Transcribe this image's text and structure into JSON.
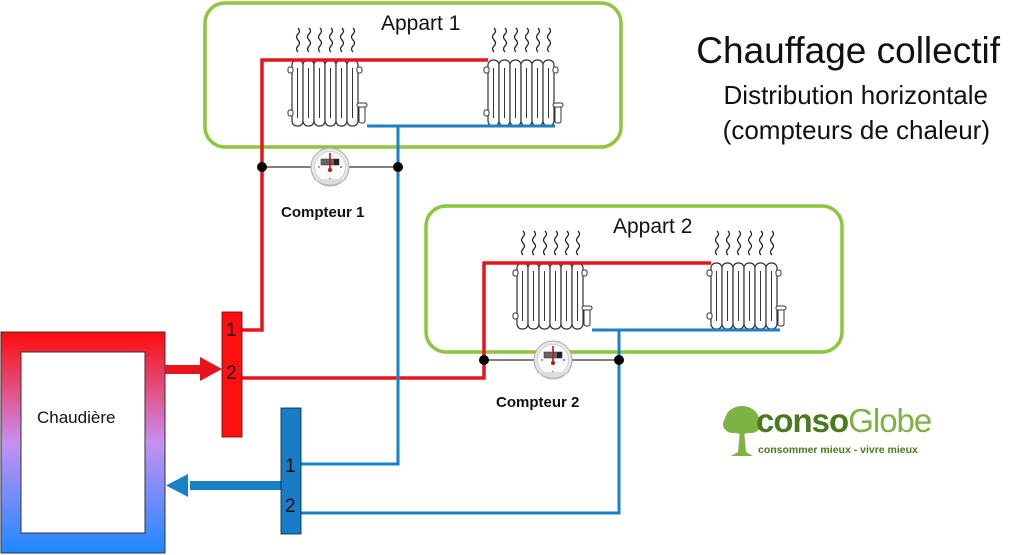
{
  "title": {
    "line1": "Chauffage collectif",
    "line2": "Distribution horizontale",
    "line3": "(compteurs de chaleur)"
  },
  "apartments": [
    {
      "label": "Appart 1",
      "meter_label": "Compteur 1",
      "radiators": 2
    },
    {
      "label": "Appart 2",
      "meter_label": "Compteur 2",
      "radiators": 2
    }
  ],
  "boiler": {
    "label": "Chaudière"
  },
  "supply_manifold": {
    "outlets": [
      "1",
      "2"
    ]
  },
  "return_manifold": {
    "inlets": [
      "1",
      "2"
    ]
  },
  "colors": {
    "supply": "#e8141c",
    "return": "#1a82c4",
    "apartment_border": "#8cc63f",
    "boiler_top": "#ff1010",
    "boiler_mid": "#c490f0",
    "boiler_bottom": "#1e88ff"
  },
  "logo": {
    "name_part1": "conso",
    "name_part2": "Globe",
    "tagline": "consommer mieux - vivre mieux"
  }
}
